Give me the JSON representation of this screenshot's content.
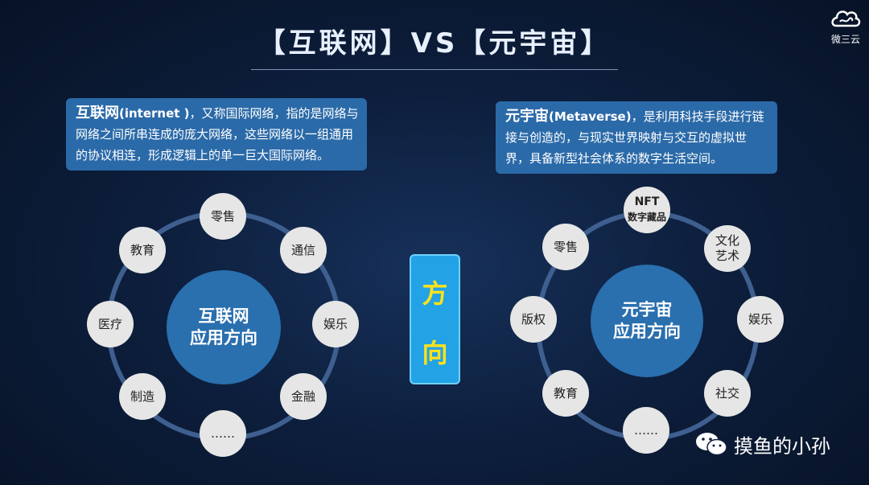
{
  "title": "【互联网】VS【元宇宙】",
  "logo": {
    "icon": "cloud-logo-icon",
    "text": "微三云"
  },
  "left": {
    "desc_term": "互联网",
    "desc_en": "(internet )",
    "desc_text": "，又称国际网络，指的是网络与网络之间所串连成的庞大网络，这些网络以一组通用的协议相连，形成逻辑上的单一巨大国际网络。",
    "hub_line1": "互联网",
    "hub_line2": "应用方向",
    "nodes": [
      "零售",
      "通信",
      "娱乐",
      "金融",
      "……",
      "制造",
      "医疗",
      "教育"
    ]
  },
  "right": {
    "desc_term": "元宇宙",
    "desc_en": "(Metaverse)",
    "desc_text": "，是利用科技手段进行链接与创造的，与现实世界映射与交互的虚拟世界，具备新型社会体系的数字生活空间。",
    "hub_line1": "元宇宙",
    "hub_line2": "应用方向",
    "nft_line1": "NFT",
    "nft_line2": "数字藏品",
    "culture_line1": "文化",
    "culture_line2": "艺术",
    "nodes": [
      "娱乐",
      "社交",
      "……",
      "教育",
      "版权",
      "零售"
    ]
  },
  "center": {
    "line1": "方",
    "line2": "向"
  },
  "watermark": {
    "icon": "wechat-icon",
    "text": "摸鱼的小孙"
  }
}
